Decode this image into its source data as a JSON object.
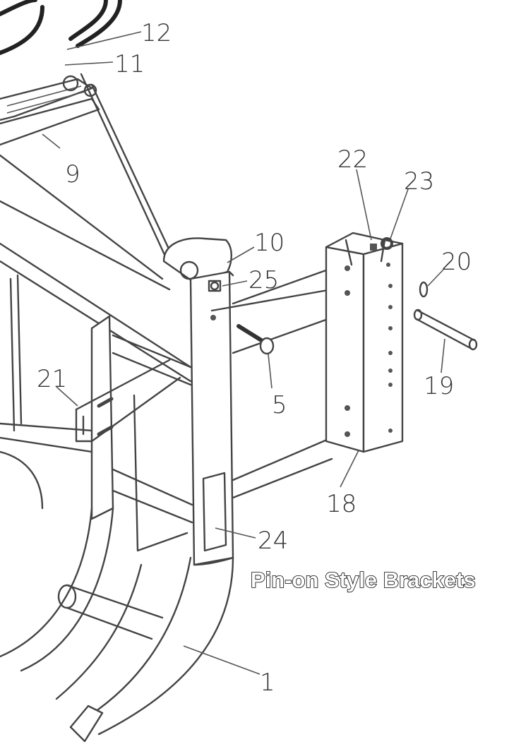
{
  "caption": "Pin-on Style Brackets",
  "part_labels": {
    "p1": "1",
    "p5": "5",
    "p9": "9",
    "p10": "10",
    "p11": "11",
    "p12": "12",
    "p18": "18",
    "p19": "19",
    "p20": "20",
    "p21": "21",
    "p22": "22",
    "p23": "23",
    "p24": "24",
    "p25": "25"
  }
}
